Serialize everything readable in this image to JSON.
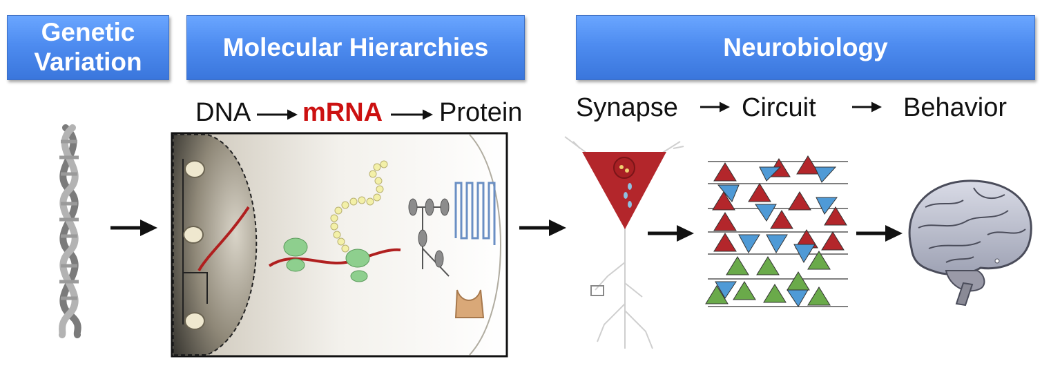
{
  "headers": {
    "genetic": "Genetic Variation",
    "molecular": "Molecular Hierarchies",
    "neuro": "Neurobiology"
  },
  "molecular_flow": {
    "dna": "DNA",
    "mrna": "mRNA",
    "protein": "Protein"
  },
  "neuro_flow": {
    "synapse": "Synapse",
    "circuit": "Circuit",
    "behavior": "Behavior"
  },
  "colors": {
    "header_blue": "#4e8cf0",
    "mrna_red": "#cc1111",
    "neuron_red": "#b3262b",
    "neuron_blue": "#4f9ad6",
    "neuron_green": "#6aaa4a"
  }
}
